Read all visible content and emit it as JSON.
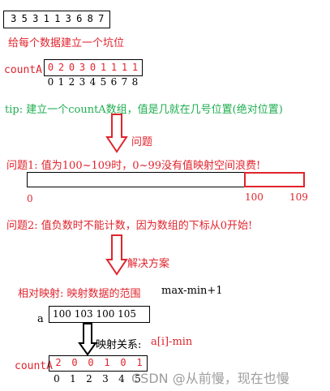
{
  "top_array": [
    "3",
    "5",
    "3",
    "1",
    "1",
    "3",
    "6",
    "8",
    "7"
  ],
  "caption_pit": "给每个数据建立一个坑位",
  "countA_label": "countA",
  "countA_values": [
    "0",
    "2",
    "0",
    "3",
    "0",
    "1",
    "1",
    "1",
    "1"
  ],
  "countA_indices": [
    "0",
    "1",
    "2",
    "3",
    "4",
    "5",
    "6",
    "7",
    "8"
  ],
  "tip": "tip: 建立一个countA数组，值是几就在几号位置(绝对位置)",
  "problem_label": "问题",
  "problem1": "问题1: 值为100~109时，0~99没有值映射空间浪费!",
  "bar": {
    "start": "0",
    "mark_100": "100",
    "mark_109": "109"
  },
  "problem2": "问题2: 值负数时不能计数，因为数组的下标从0开始!",
  "solution_label": "解决方案",
  "relative_mapping": "相对映射: 映射数据的范围",
  "range_formula": "max-min+1",
  "a_label": "a",
  "a_values": "100 103 100 105",
  "mapping_label": "映射关系:",
  "mapping_formula": "a[i]-min",
  "countA2_label": "countA",
  "countA2_values": [
    "2",
    "0",
    "0",
    "1",
    "0",
    "1"
  ],
  "countA2_indices": [
    "0",
    "1",
    "2",
    "3",
    "4",
    "5"
  ],
  "watermark": "CSDN @从前慢，现在也慢",
  "colors": {
    "red": "#e0242d",
    "green": "#1fae50",
    "black": "#000000"
  }
}
